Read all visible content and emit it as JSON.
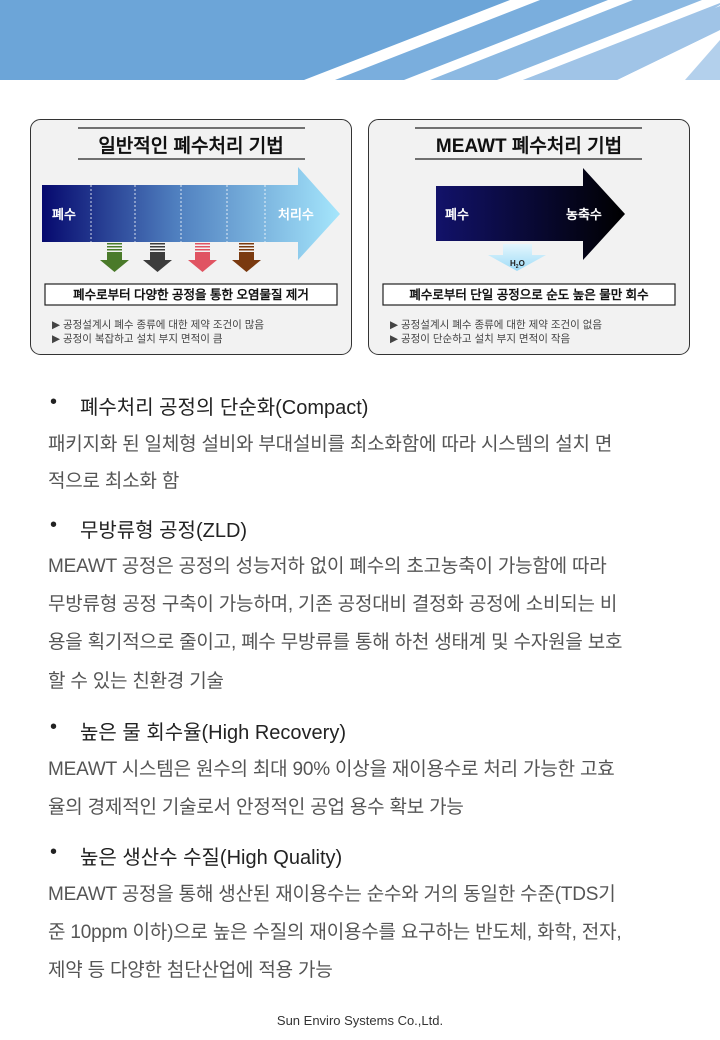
{
  "header": {
    "colors": [
      "#6ca5d8",
      "#7aaedd",
      "#8cb9e2",
      "#a0c4e7",
      "#b3d0ec"
    ]
  },
  "diagram_left": {
    "title": "일반적인 폐수처리 기법",
    "input_label": "폐수",
    "output_label": "처리수",
    "summary": "폐수로부터 다양한 공정을 통한 오염물질 제거",
    "bullets": [
      "▶ 공정설계시 폐수 종류에 대한 제약 조건이 많음",
      "▶ 공정이 복잡하고 설치 부지 면적이 큼"
    ],
    "arrow_colors": [
      "#4a7a2a",
      "#3c3c3c",
      "#e05462",
      "#7a3a10"
    ]
  },
  "diagram_right": {
    "title": "MEAWT 폐수처리 기법",
    "input_label": "폐수",
    "output_label": "농축수",
    "water_label": "H",
    "water_sub": "2",
    "water_o": "O",
    "summary": "폐수로부터 단일 공정으로 순도 높은 물만 회수",
    "bullets": [
      "▶ 공정설계시 폐수 종류에 대한 제약 조건이 없음",
      "▶ 공정이 단순하고 설치 부지 면적이 작음"
    ]
  },
  "sections": [
    {
      "bullet": "•",
      "title": "폐수처리 공정의 단순화(Compact)",
      "lines": [
        "패키지화 된 일체형 설비와 부대설비를 최소화함에 따라 시스템의 설치 면",
        "적으로 최소화 함"
      ]
    },
    {
      "bullet": "•",
      "title": "무방류형 공정(ZLD)",
      "lines": [
        "MEAWT 공정은 공정의 성능저하 없이 폐수의 초고농축이 가능함에 따라",
        "무방류형 공정 구축이 가능하며, 기존 공정대비 결정화 공정에 소비되는 비",
        "용을 획기적으로 줄이고, 폐수 무방류를 통해 하천 생태계 및 수자원을 보호",
        "할 수 있는 친환경 기술"
      ]
    },
    {
      "bullet": "•",
      "title": "높은 물 회수율(High Recovery)",
      "lines": [
        "MEAWT 시스템은 원수의 최대 90% 이상을 재이용수로 처리 가능한 고효",
        "율의 경제적인 기술로서 안정적인 공업 용수 확보 가능"
      ]
    },
    {
      "bullet": "•",
      "title": "높은 생산수 수질(High Quality)",
      "lines": [
        "MEAWT 공정을 통해 생산된 재이용수는 순수와 거의 동일한 수준(TDS기",
        "준 10ppm 이하)으로 높은 수질의 재이용수를 요구하는 반도체, 화학, 전자,",
        "제약 등 다양한 첨단산업에 적용 가능"
      ]
    }
  ],
  "footer": {
    "company": "Sun Enviro Systems Co.,Ltd."
  }
}
